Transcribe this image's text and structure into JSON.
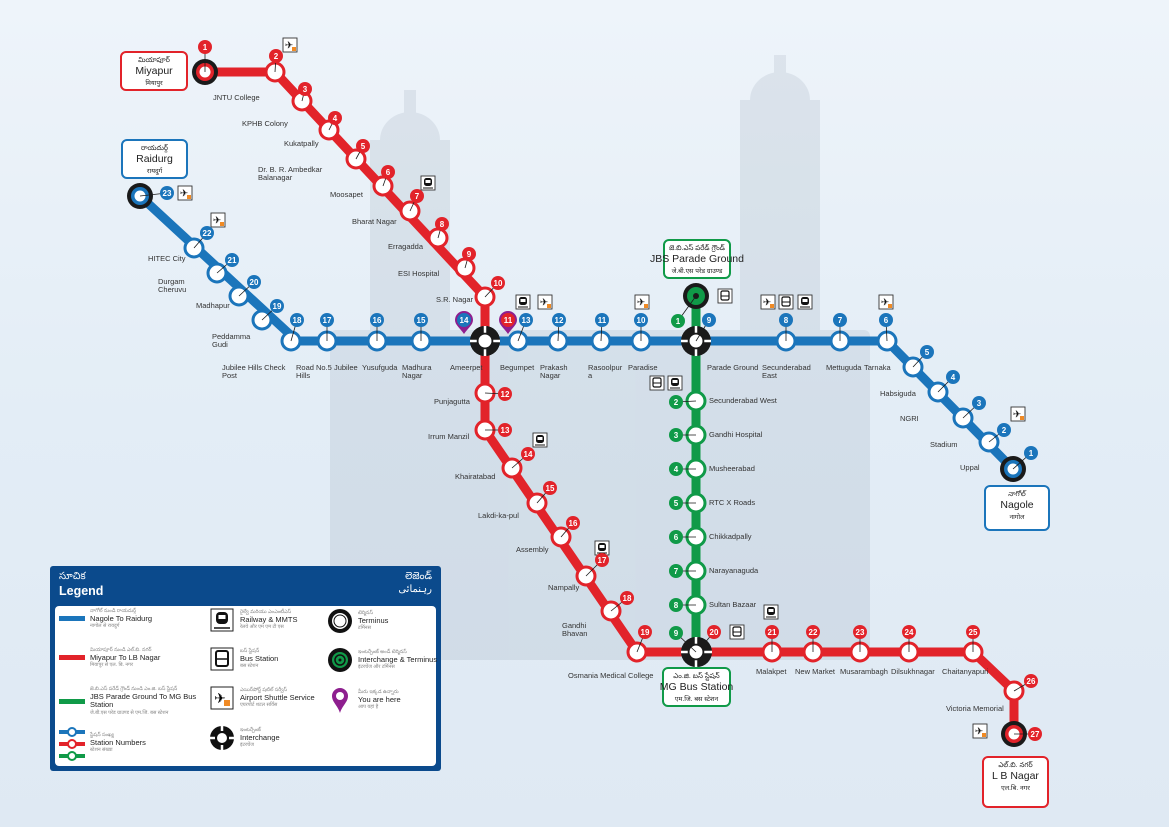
{
  "colors": {
    "red": "#e2232a",
    "blue": "#1b75bb",
    "green": "#109a48",
    "purple": "#8e1f8f",
    "dark": "#1a1a1a",
    "legend_bg": "#0b4a8c"
  },
  "termini": {
    "miyapur": {
      "telugu": "మియాపూర్",
      "english": "Miyapur",
      "hindi": "मियापुर"
    },
    "raidurg": {
      "telugu": "రాయదుర్గ్",
      "english": "Raidurg",
      "hindi": "रायदुर्ग"
    },
    "jbs": {
      "telugu": "జె.బి.ఎస్ పరేడ్ గ్రౌండ్",
      "english": "JBS Parade Ground",
      "hindi": "जे.बी.एस परेड ग्राउण्ड"
    },
    "nagole": {
      "telugu": "నాగోల్",
      "english": "Nagole",
      "hindi": "नागोल"
    },
    "mgbs": {
      "telugu": "ఎం.జి. బస్ స్టేషన్",
      "english": "MG Bus Station",
      "hindi": "एम.जि. बस स्टेशन"
    },
    "lbnagar": {
      "telugu": "ఎల్.బి. నగర్",
      "english": "L B Nagar",
      "hindi": "एल.बि. नगर"
    }
  },
  "red_line": {
    "name": "Miyapur To LB Nagar",
    "stations": [
      {
        "no": "1",
        "name": ""
      },
      {
        "no": "2",
        "name": "JNTU College"
      },
      {
        "no": "3",
        "name": "KPHB Colony"
      },
      {
        "no": "4",
        "name": "Kukatpally"
      },
      {
        "no": "5",
        "name": "Dr. B. R. Ambedkar Balanagar"
      },
      {
        "no": "6",
        "name": "Moosapet"
      },
      {
        "no": "7",
        "name": "Bharat Nagar"
      },
      {
        "no": "8",
        "name": "Erragadda"
      },
      {
        "no": "9",
        "name": "ESI Hospital"
      },
      {
        "no": "10",
        "name": "S.R. Nagar"
      },
      {
        "no": "11",
        "name": "Ameerpet"
      },
      {
        "no": "12",
        "name": "Punjagutta"
      },
      {
        "no": "13",
        "name": "Irrum Manzil"
      },
      {
        "no": "14",
        "name": "Khairatabad"
      },
      {
        "no": "15",
        "name": "Lakdi-ka-pul"
      },
      {
        "no": "16",
        "name": "Assembly"
      },
      {
        "no": "17",
        "name": "Nampally"
      },
      {
        "no": "18",
        "name": "Gandhi Bhavan"
      },
      {
        "no": "19",
        "name": "Osmania Medical College"
      },
      {
        "no": "20",
        "name": ""
      },
      {
        "no": "21",
        "name": "Malakpet"
      },
      {
        "no": "22",
        "name": "New Market"
      },
      {
        "no": "23",
        "name": "Musarambagh"
      },
      {
        "no": "24",
        "name": "Dilsukhnagar"
      },
      {
        "no": "25",
        "name": "Chaitanyapuri"
      },
      {
        "no": "26",
        "name": "Victoria Memorial"
      },
      {
        "no": "27",
        "name": ""
      }
    ]
  },
  "blue_line": {
    "name": "Nagole To Raidurg",
    "stations": [
      {
        "no": "1",
        "name": ""
      },
      {
        "no": "2",
        "name": "Uppal"
      },
      {
        "no": "3",
        "name": "Stadium"
      },
      {
        "no": "4",
        "name": "NGRI"
      },
      {
        "no": "5",
        "name": "Habsiguda"
      },
      {
        "no": "6",
        "name": "Tarnaka"
      },
      {
        "no": "7",
        "name": "Mettuguda"
      },
      {
        "no": "8",
        "name": "Secunderabad East"
      },
      {
        "no": "9",
        "name": "Parade Ground"
      },
      {
        "no": "10",
        "name": "Paradise"
      },
      {
        "no": "11",
        "name": "Rasoolpura"
      },
      {
        "no": "12",
        "name": "Prakash Nagar"
      },
      {
        "no": "13",
        "name": "Begumpet"
      },
      {
        "no": "14",
        "name": ""
      },
      {
        "no": "15",
        "name": "Madhura Nagar"
      },
      {
        "no": "16",
        "name": "Yusufguda"
      },
      {
        "no": "17",
        "name": "Road No.5 Jubilee Hills"
      },
      {
        "no": "18",
        "name": "Jubilee Hills Check Post"
      },
      {
        "no": "19",
        "name": "Peddamma Gudi"
      },
      {
        "no": "20",
        "name": "Madhapur"
      },
      {
        "no": "21",
        "name": "Durgam Cheruvu"
      },
      {
        "no": "22",
        "name": "HITEC City"
      },
      {
        "no": "23",
        "name": ""
      }
    ]
  },
  "green_line": {
    "name": "JBS Parade Ground To MG Bus Station",
    "stations": [
      {
        "no": "1",
        "name": ""
      },
      {
        "no": "2",
        "name": "Secunderabad West"
      },
      {
        "no": "3",
        "name": "Gandhi Hospital"
      },
      {
        "no": "4",
        "name": "Musheerabad"
      },
      {
        "no": "5",
        "name": "RTC X Roads"
      },
      {
        "no": "6",
        "name": "Chikkadpally"
      },
      {
        "no": "7",
        "name": "Narayanaguda"
      },
      {
        "no": "8",
        "name": "Sultan Bazaar"
      },
      {
        "no": "9",
        "name": ""
      }
    ]
  },
  "legend": {
    "title_telugu": "సూచిక",
    "title": "Legend",
    "title_right_telugu": "లెజెండ్",
    "title_right_urdu": "رہنمائی",
    "items": [
      {
        "icon": "blue-line",
        "telugu": "నాగోల్ నుండి రాయదుర్గ్",
        "label": "Nagole To Raidurg",
        "hindi": "नागोल से रायदुर्ग"
      },
      {
        "icon": "red-line",
        "telugu": "మియాపూర్ నుండి ఎల్.బి. నగర్",
        "label": "Miyapur To LB Nagar",
        "hindi": "मियापुर से एल. बि. नगर"
      },
      {
        "icon": "green-line",
        "telugu": "జె.బి.ఎస్ పరేడ్ గ్రౌండ్ నుండి ఎం.జి. బస్ స్టేషన్",
        "label": "JBS Parade Ground To MG Bus Station",
        "hindi": "जे.बी.एस परेड ग्राउण्ड से एम.जि. बस स्टेशन"
      },
      {
        "icon": "station-numbers",
        "telugu": "స్టేషన్ సంఖ్య",
        "label": "Station Numbers",
        "hindi": "स्टेशन संख्या"
      },
      {
        "icon": "train",
        "telugu": "రైల్వే మరియు ఎంఎంటీఎస్",
        "label": "Railway & MMTS",
        "hindi": "रेलवे और एम एम टी एस"
      },
      {
        "icon": "bus",
        "telugu": "బస్ స్టేషన్",
        "label": "Bus Station",
        "hindi": "बस स्टेशन"
      },
      {
        "icon": "airport-shuttle",
        "telugu": "ఎయిర్‌పోర్ట్ షటిల్ సర్వీస్",
        "label": "Airport Shuttle Service",
        "hindi": "एयरपोर्ट शटल सर्विस"
      },
      {
        "icon": "interchange",
        "telugu": "ఇంటర్చేంజ్",
        "label": "Interchange",
        "hindi": "इंटरचेंज"
      },
      {
        "icon": "terminus",
        "telugu": "టెర్మినస్",
        "label": "Terminus",
        "hindi": "टर्मिनस"
      },
      {
        "icon": "interchange-terminus",
        "telugu": "ఇంటర్చేంజ్ అండ్ టెర్మినస్",
        "label": "Interchange & Terminus",
        "hindi": "इंटरचेंज और टर्मिनस"
      },
      {
        "icon": "you-are-here",
        "telugu": "మీరు ఇక్కడ ఉన్నారు",
        "label": "You are here",
        "hindi": "आप यहां है"
      }
    ]
  }
}
